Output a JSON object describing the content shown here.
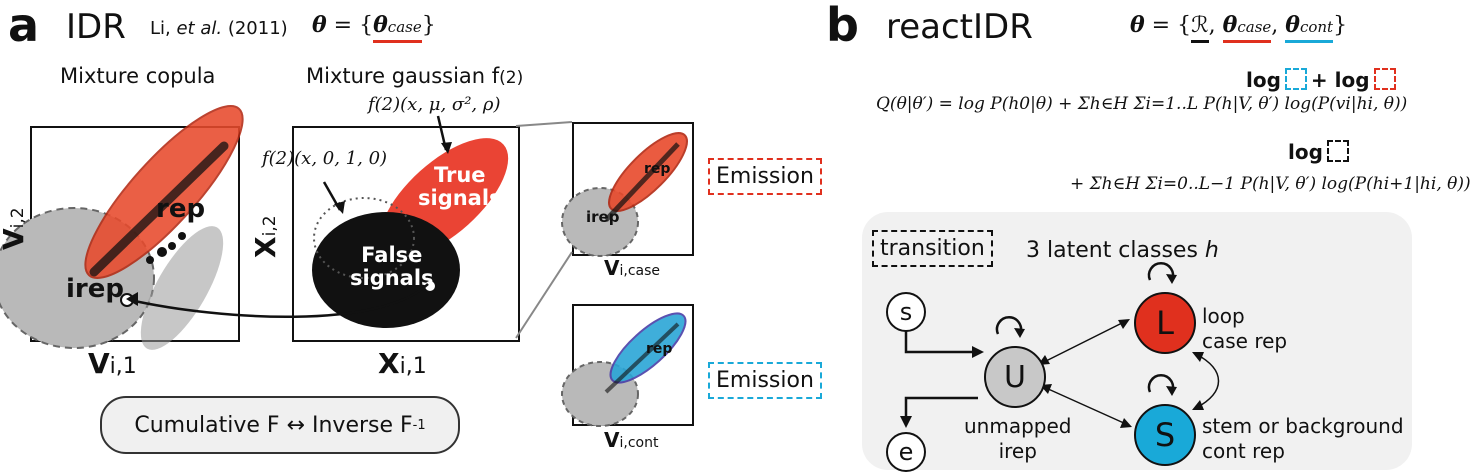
{
  "panel_a": {
    "letter": "a",
    "title": "IDR",
    "citation_author": "Li, ",
    "citation_etal": "et al.",
    "citation_year": " (2011)",
    "theta_formula": "θ = {θcase}",
    "copula_title": "Mixture copula",
    "gaussian_title": "Mixture gaussian f",
    "gaussian_subscript": "(2)",
    "f_true_formula": "f(2)(x, μ, σ², ρ)",
    "f_false_formula": "f(2)(x, 0, 1, 0)",
    "rep_label": "rep",
    "irep_label": "irep",
    "true_signals": [
      "True",
      "signals"
    ],
    "false_signals": [
      "False",
      "signals"
    ],
    "copula_xlabel": "V",
    "copula_xlabel_sub": "i,1",
    "copula_ylabel": "V",
    "copula_ylabel_sub": "i,2",
    "gauss_xlabel": "X",
    "gauss_xlabel_sub": "i,1",
    "gauss_ylabel": "X",
    "gauss_ylabel_sub": "i,2",
    "transform_label": "Cumulative F ↔ Inverse F",
    "transform_sup": "-1",
    "inset_case_rep": "rep",
    "inset_case_irep": "irep",
    "inset_case_xlabel": "V",
    "inset_case_xlabel_sub": "i,case",
    "inset_cont_rep": "rep",
    "inset_cont_xlabel": "V",
    "inset_cont_xlabel_sub": "i,cont",
    "emission_red": "Emission",
    "emission_blue": "Emission"
  },
  "panel_b": {
    "letter": "b",
    "title": "reactIDR",
    "theta_formula": "θ = {ℛ, θcase, θcont}",
    "log_label_1": "log",
    "log_plus": "+ log",
    "log_label_2": "log",
    "q_formula_line1": "Q(θ|θ′) = log P(h0|θ) + Σh∈H Σi=1..L P(h|V, θ′) log(P(vi|hi, θ))",
    "q_formula_line2": "+ Σh∈H Σi=0..L−1 P(h|V, θ′) log(P(hi+1|hi, θ))",
    "transition_label": "transition",
    "latent_classes": "3 latent classes ",
    "latent_h": "h",
    "node_s_small": "s",
    "node_e_small": "e",
    "node_u": "U",
    "node_l": "L",
    "node_s": "S",
    "u_desc": [
      "unmapped",
      "irep"
    ],
    "l_desc": [
      "loop",
      "case rep"
    ],
    "s_desc": [
      "stem or background",
      "cont rep"
    ]
  },
  "colors": {
    "red": "#e0301e",
    "blue": "#19a9d8",
    "gray_node": "#c8c8c8",
    "panel_bg": "#f1f1f1"
  }
}
